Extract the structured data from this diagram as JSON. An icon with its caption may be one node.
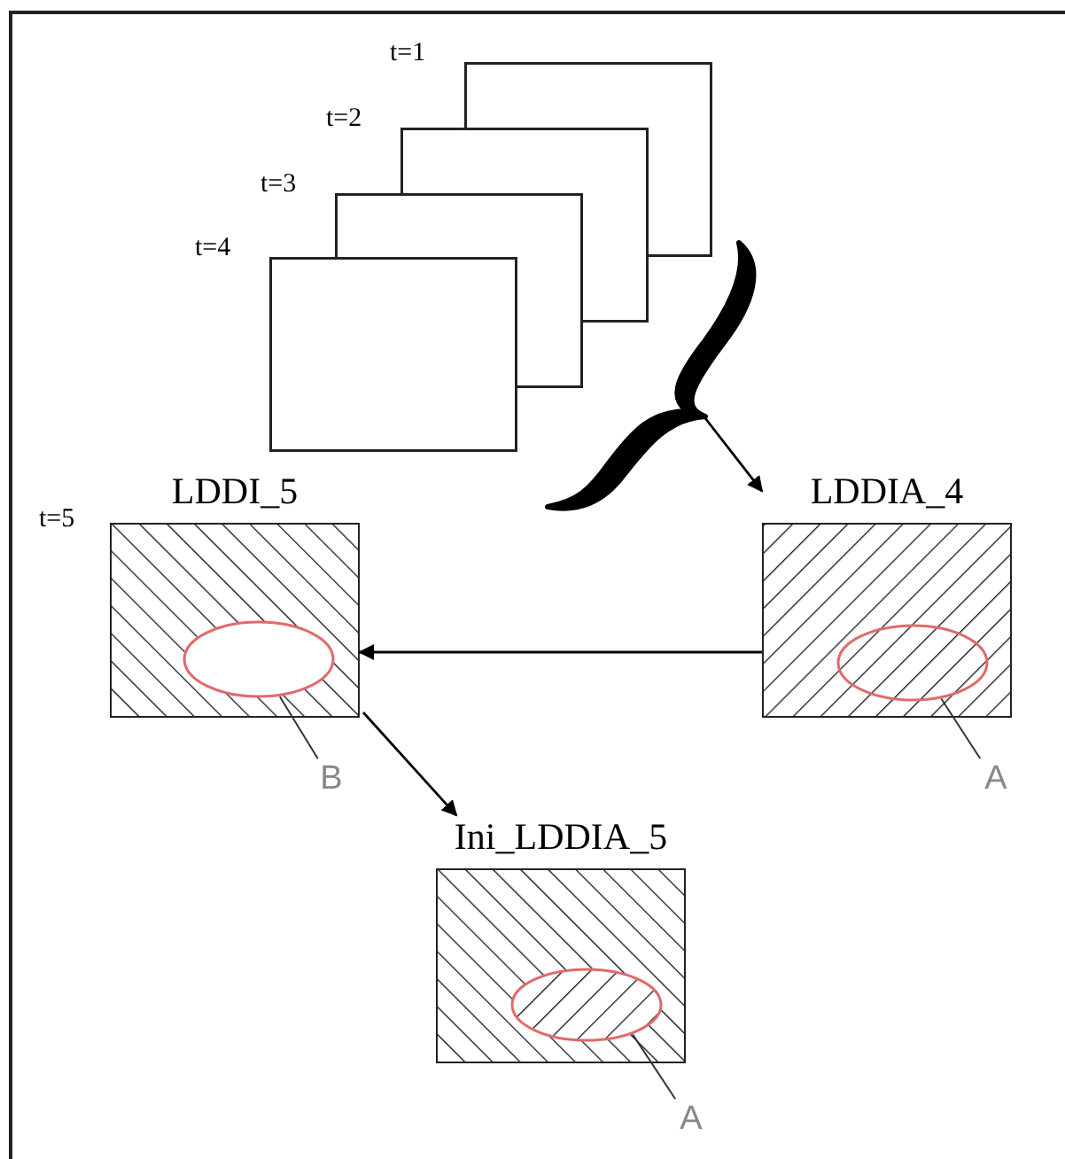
{
  "diagram": {
    "nodes": [
      {
        "text": [
          "t=1"
        ]
      },
      {
        "text": [
          "t=2"
        ]
      },
      {
        "text": [
          "t=3"
        ]
      },
      {
        "text": [
          "t=4"
        ]
      },
      {
        "text": [],
        "shape": "brace"
      },
      {
        "text": [
          "LDDI_5"
        ],
        "beside": [
          "t=5"
        ]
      },
      {
        "text": [],
        "shape": "ellipse",
        "in": 5
      },
      {
        "text": [
          "B"
        ]
      },
      {
        "text": [
          "LDDIA_4"
        ]
      },
      {
        "text": [],
        "shape": "ellipse",
        "in": 8
      },
      {
        "text": [
          "A"
        ]
      },
      {
        "text": [
          "Ini_LDDIA_5"
        ]
      },
      {
        "text": [],
        "shape": "ellipse",
        "in": 11
      },
      {
        "text": [
          "A"
        ]
      }
    ],
    "edges": [
      {
        "from": 4,
        "to": 8,
        "arrow": "to"
      },
      {
        "from": 8,
        "to": 5,
        "arrow": "to"
      },
      {
        "from": 5,
        "to": 11,
        "arrow": "to"
      },
      {
        "from": 7,
        "to": 6,
        "arrow": "none"
      },
      {
        "from": 10,
        "to": 9,
        "arrow": "none"
      },
      {
        "from": 13,
        "to": 12,
        "arrow": "none"
      }
    ]
  }
}
